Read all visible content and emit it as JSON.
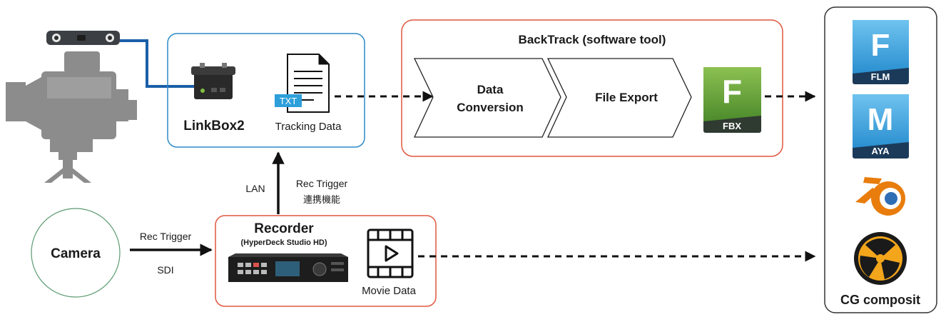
{
  "linkbox": {
    "name": "LinkBox2",
    "file_badge": "TXT",
    "file_label": "Tracking Data"
  },
  "backtrack": {
    "title": "BackTrack (software tool)",
    "step1": [
      "Data",
      "Conversion"
    ],
    "step2": "File Export",
    "output_badge": "FBX",
    "output_letter": "F"
  },
  "camera": {
    "label": "Camera"
  },
  "camera_link": {
    "top": "Rec Trigger",
    "bottom": "SDI"
  },
  "lan_link": {
    "left": "LAN",
    "right_line1": "Rec Trigger",
    "right_line2": "連携機能"
  },
  "recorder": {
    "title": "Recorder",
    "subtitle": "(HyperDeck Studio HD)",
    "file_label": "Movie Data"
  },
  "cg": {
    "label": "CG composit",
    "apps": [
      {
        "letter": "F",
        "badge": "FLM",
        "icon": "motionbuilder-icon"
      },
      {
        "letter": "M",
        "badge": "AYA",
        "icon": "maya-icon"
      },
      {
        "icon": "blender-icon"
      },
      {
        "icon": "nuke-icon"
      }
    ]
  },
  "colors": {
    "blue_box": "#2b8ac8",
    "red_box": "#e0563f",
    "green_circle": "#5a9a70",
    "dark_box": "#333333",
    "arrow": "#111111",
    "camera_gray": "#8c8c8c",
    "cable_blue": "#1a5fa8"
  }
}
